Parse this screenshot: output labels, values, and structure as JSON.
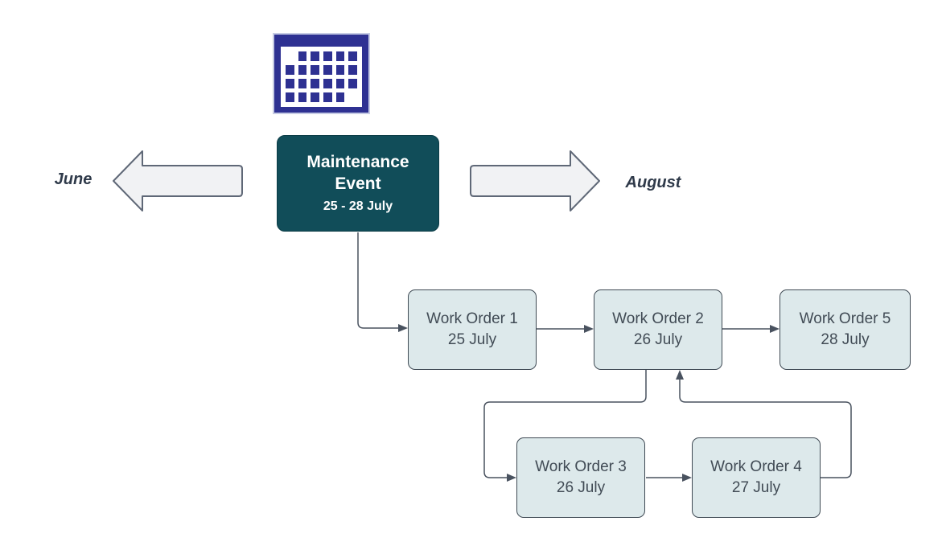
{
  "event": {
    "title": "Maintenance Event",
    "dates": "25 - 28 July",
    "fill_color": "#114d59",
    "text_color": "#ffffff"
  },
  "timeline": {
    "left_label": "June",
    "right_label": "August",
    "arrow_fill": "#f1f2f4",
    "arrow_stroke": "#5f6877"
  },
  "icons": {
    "calendar": {
      "name": "calendar-icon",
      "color": "#2e3192"
    }
  },
  "work_orders": [
    {
      "name": "Work Order 1",
      "date": "25 July"
    },
    {
      "name": "Work Order 2",
      "date": "26 July"
    },
    {
      "name": "Work Order 5",
      "date": "28 July"
    },
    {
      "name": "Work Order 3",
      "date": "26 July"
    },
    {
      "name": "Work Order 4",
      "date": "27 July"
    }
  ],
  "connections": [
    {
      "from": "Maintenance Event",
      "to": "Work Order 1"
    },
    {
      "from": "Work Order 1",
      "to": "Work Order 2"
    },
    {
      "from": "Work Order 2",
      "to": "Work Order 5"
    },
    {
      "from": "Work Order 2",
      "to": "Work Order 3"
    },
    {
      "from": "Work Order 3",
      "to": "Work Order 4"
    },
    {
      "from": "Work Order 4",
      "to": "Work Order 2"
    }
  ],
  "styles": {
    "work_order_fill": "#dde9eb",
    "work_order_border": "#3f4a54",
    "connector_color": "#49525f",
    "background": "#ffffff"
  }
}
